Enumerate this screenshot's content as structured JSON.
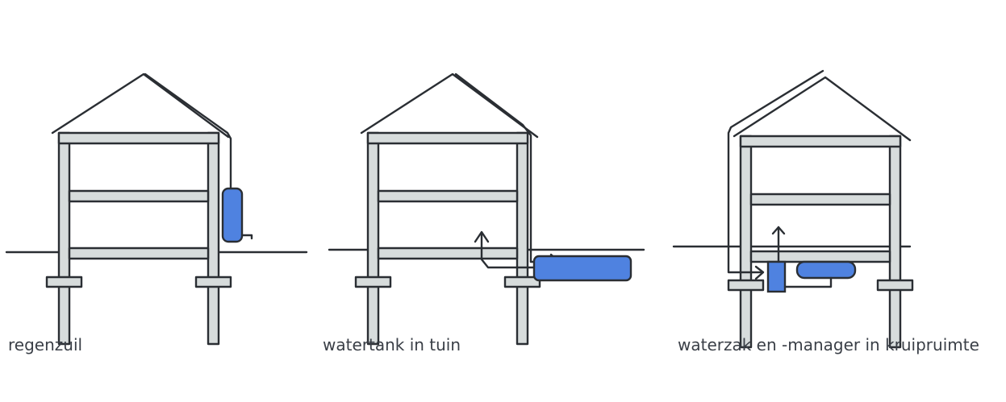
{
  "panels": [
    {
      "caption": "regenzuil"
    },
    {
      "caption": "watertank in tuin"
    },
    {
      "caption": "waterzak en -manager in kruipruimte"
    }
  ],
  "colors": {
    "water": "#4f82e0",
    "frame": "#d7dcdc",
    "ink": "#2a2e33",
    "caption": "#3a3f47"
  }
}
